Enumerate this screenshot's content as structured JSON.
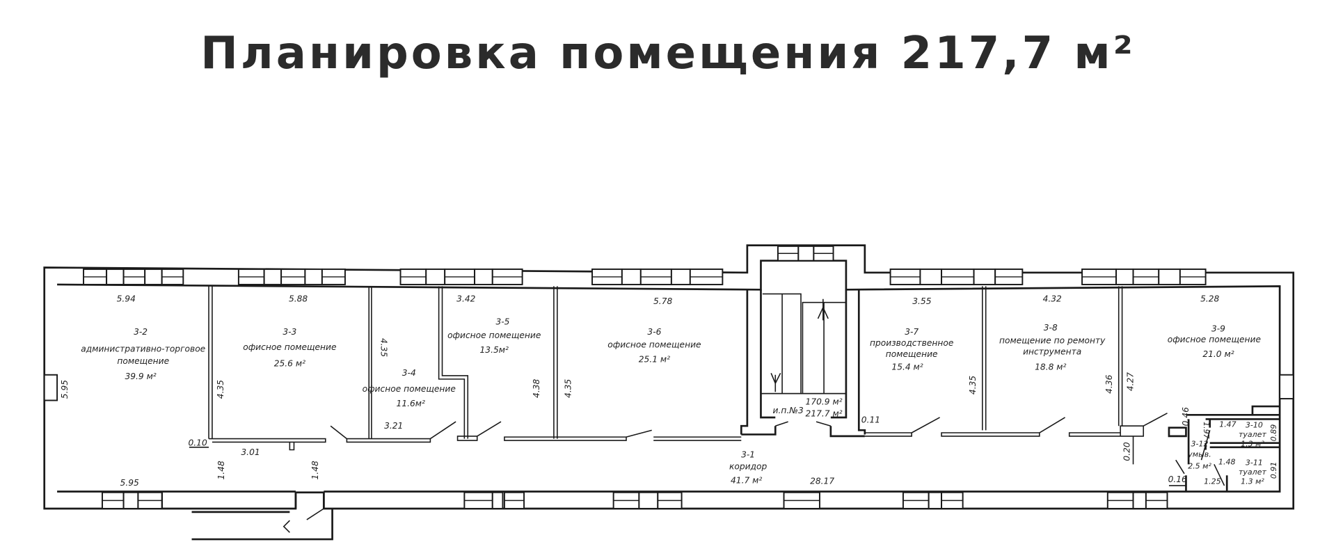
{
  "title": "Планировка помещения 217,7 м²",
  "rooms": [
    {
      "id": "3-1",
      "name1": "коридор",
      "name2": "",
      "area": "41.7 м²"
    },
    {
      "id": "3-2",
      "name1": "административно-торговое",
      "name2": "помещение",
      "area": "39.9 м²"
    },
    {
      "id": "3-3",
      "name1": "офисное помещение",
      "name2": "",
      "area": "25.6 м²"
    },
    {
      "id": "3-4",
      "name1": "офисное помещение",
      "name2": "",
      "area": "11.6м²"
    },
    {
      "id": "3-5",
      "name1": "офисное помещение",
      "name2": "",
      "area": "13.5м²"
    },
    {
      "id": "3-6",
      "name1": "офисное помещение",
      "name2": "",
      "area": "25.1 м²"
    },
    {
      "id": "3-7",
      "name1": "производственное",
      "name2": "помещение",
      "area": "15.4 м²"
    },
    {
      "id": "3-8",
      "name1": "помещение по ремонту",
      "name2": "инструмента",
      "area": "18.8 м²"
    },
    {
      "id": "3-9",
      "name1": "офисное помещение",
      "name2": "",
      "area": "21.0 м²"
    },
    {
      "id": "3-10",
      "name1": "туалет",
      "name2": "",
      "area": "1.3 м²"
    },
    {
      "id": "3-11",
      "name1": "туалет",
      "name2": "",
      "area": "1.3 м²"
    },
    {
      "id": "3-12",
      "name1": "умыв.",
      "name2": "",
      "area": "2.5 м²"
    }
  ],
  "stair": {
    "label": "и.п.№3",
    "area1": "170.9 м²",
    "area2": "217.7 м²"
  },
  "dims": [
    "5.94",
    "5.88",
    "4.35",
    "3.42",
    "5.78",
    "3.55",
    "4.32",
    "5.28",
    "5.95",
    "4.35",
    "4.38",
    "4.35",
    "4.35",
    "4.36",
    "4.27",
    "0.10",
    "3.01",
    "1.48",
    "1.48",
    "3.21",
    "5.95",
    "28.17",
    "0.11",
    "0.46",
    "1.97",
    "1.47",
    "0.89",
    "1.48",
    "0.91",
    "0.20",
    "0.16",
    "1.25"
  ]
}
